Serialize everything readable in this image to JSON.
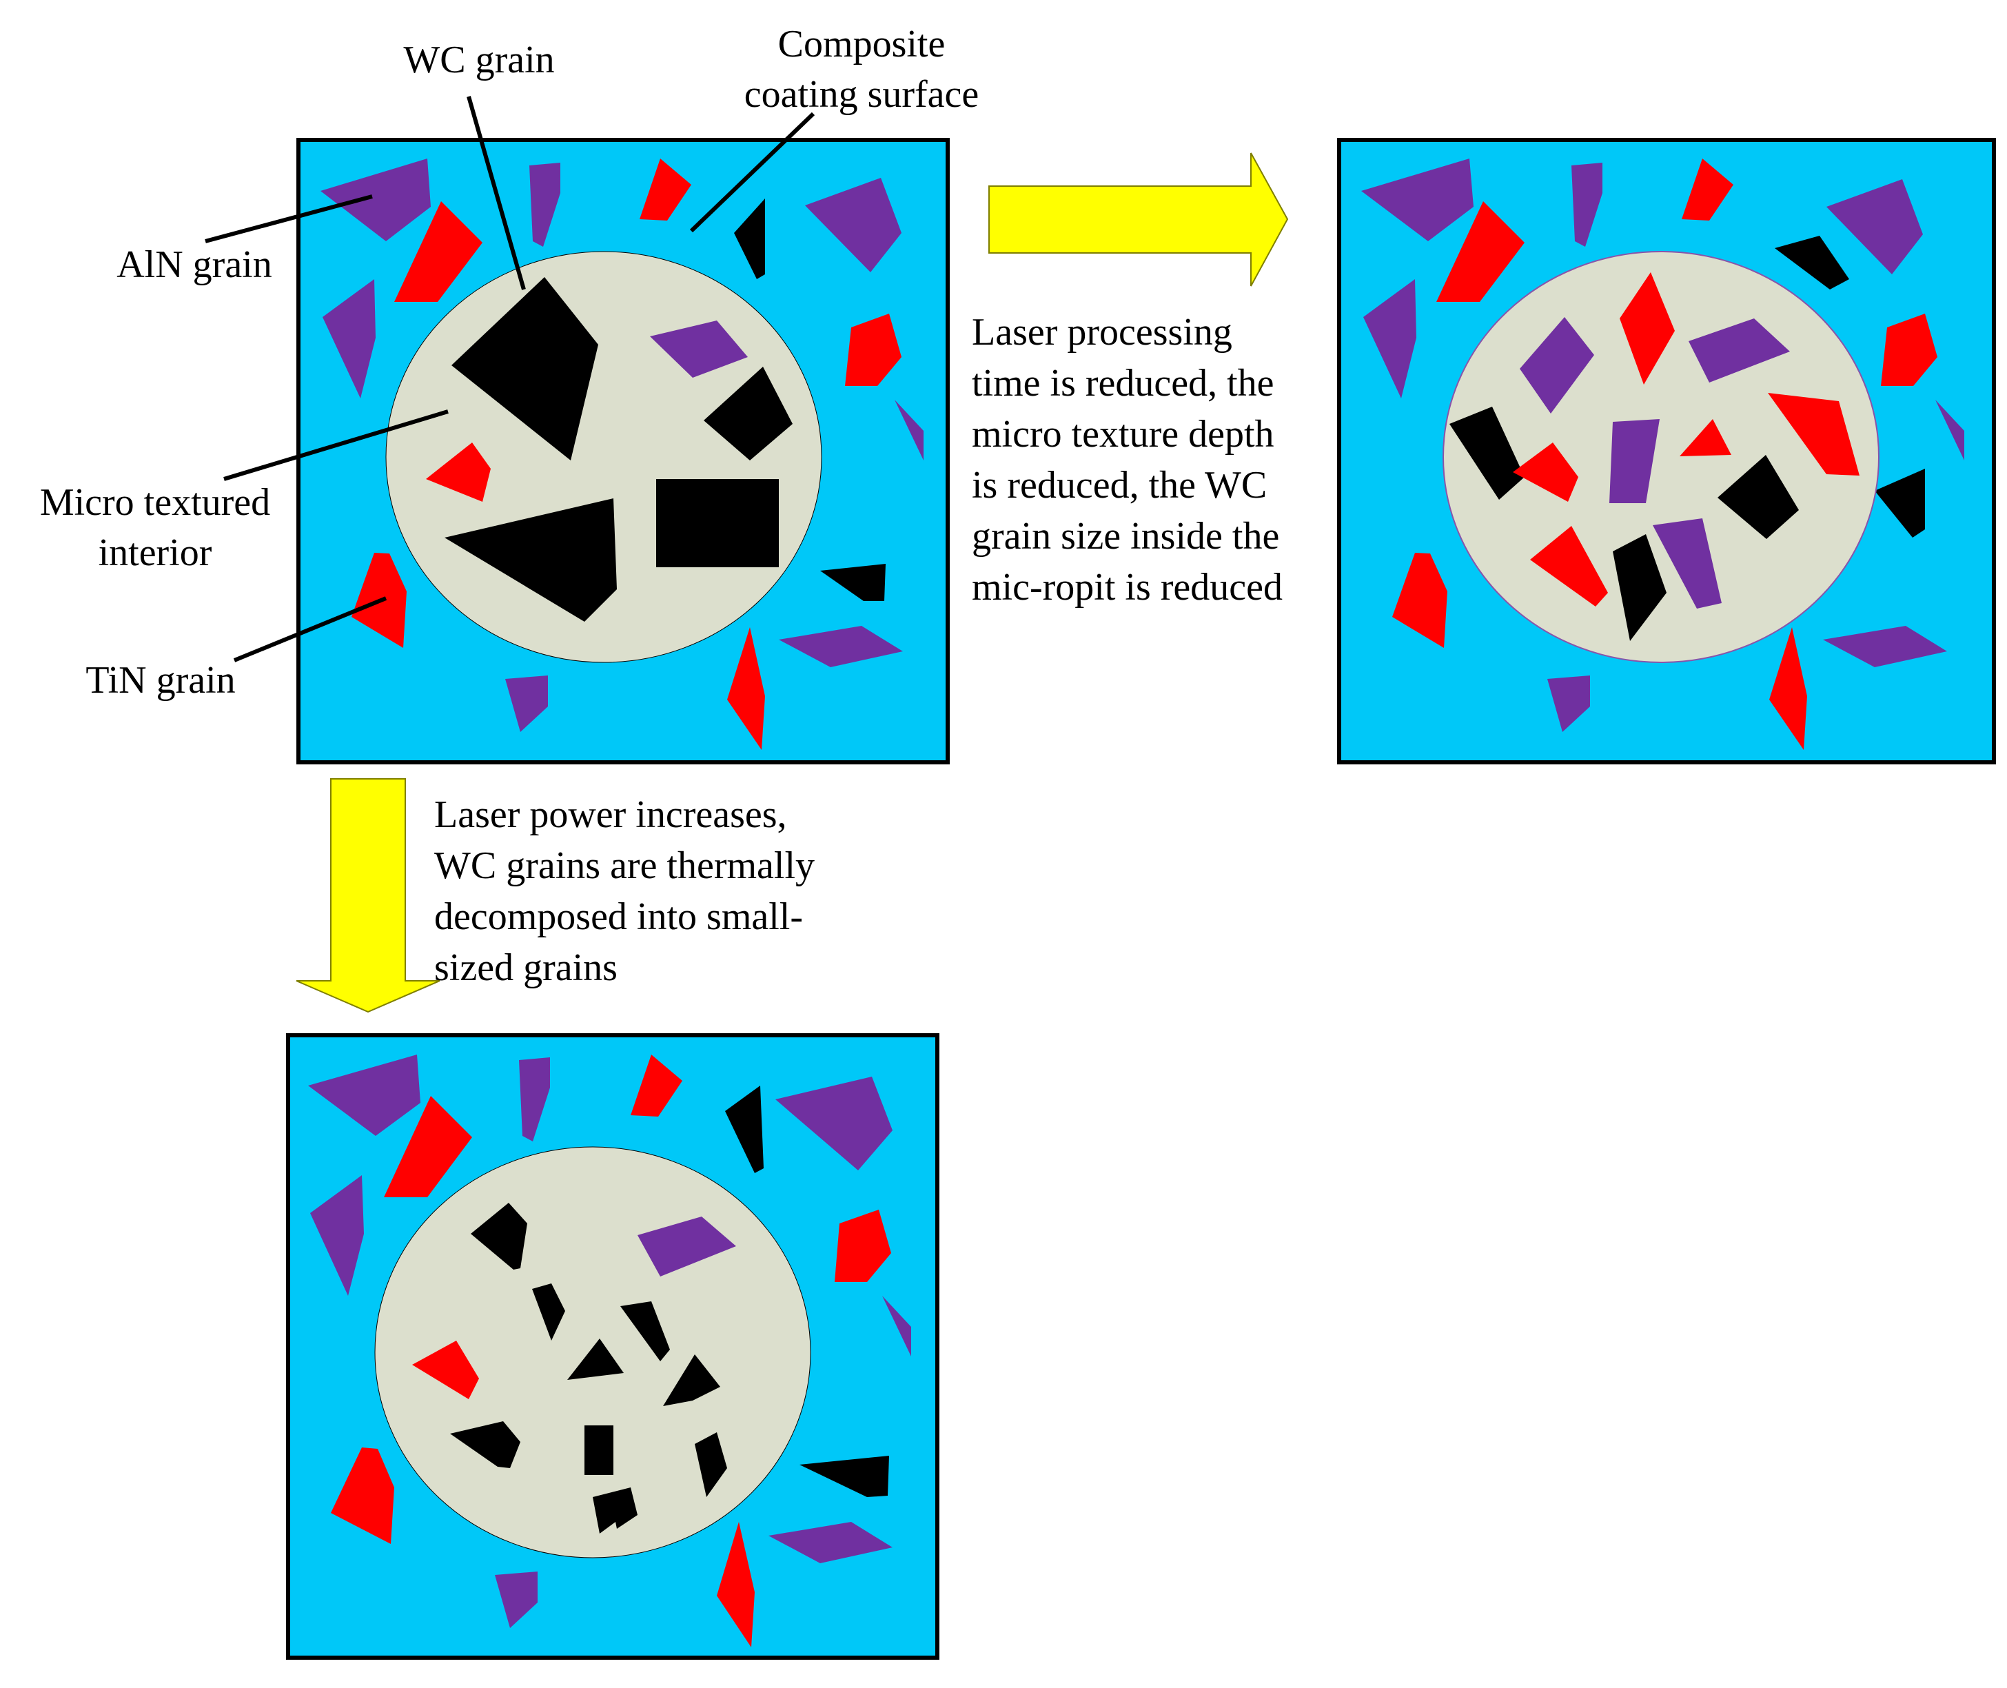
{
  "labels": {
    "wc_grain": "WC grain",
    "composite_line1": "Composite",
    "composite_line2": "coating surface",
    "aln_grain": "AlN grain",
    "micro_line1": "Micro textured",
    "micro_line2": "interior",
    "tin_grain": "TiN grain"
  },
  "captions": {
    "time_reduced": [
      "Laser processing",
      "time is reduced, the",
      "micro texture depth",
      "is reduced, the WC",
      "grain size inside the",
      "mic-ropit is reduced"
    ],
    "power_increase": [
      "Laser power increases,",
      "WC grains are thermally",
      "decomposed into small-",
      "sized grains"
    ]
  },
  "colors": {
    "coating": "#00c8f8",
    "interior": "#dcdfcd",
    "wc": "#000000",
    "aln": "#7030a0",
    "tin": "#ff0000",
    "arrow": "#ffff00"
  },
  "icons": {
    "right_arrow": "right-arrow-icon",
    "down_arrow": "down-arrow-icon"
  }
}
